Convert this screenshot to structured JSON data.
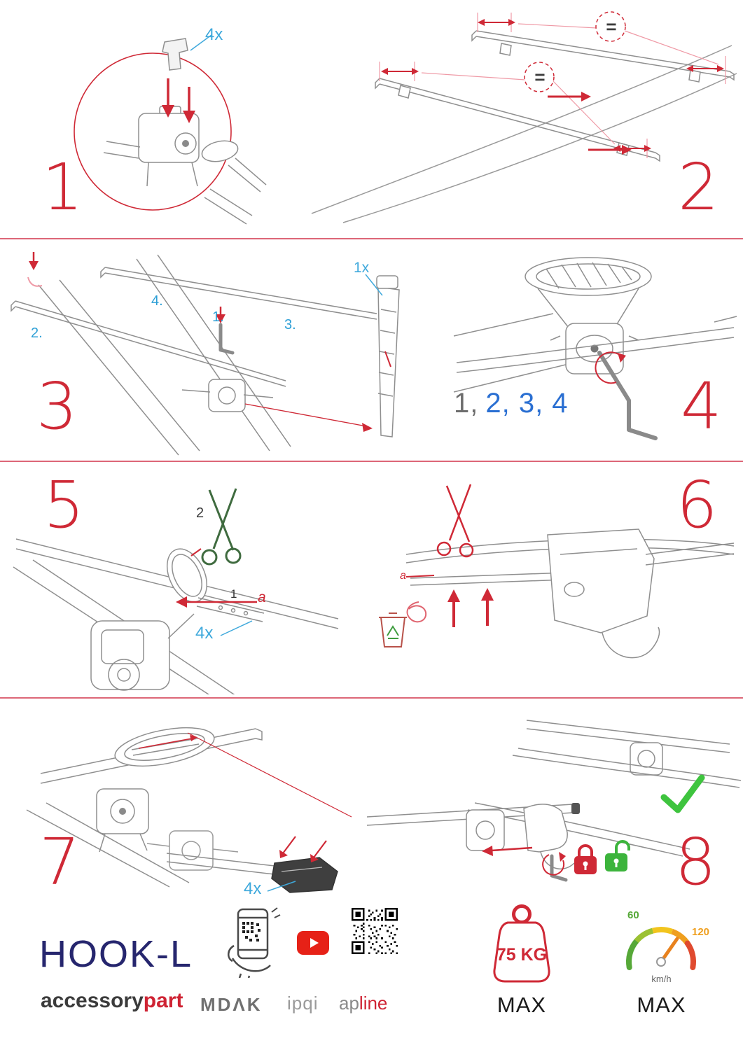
{
  "document": {
    "type": "roof-rack-assembly-instructions"
  },
  "steps": {
    "s1": {
      "number": "1",
      "qty": "4x"
    },
    "s2": {
      "number": "2",
      "equal_rear": "=",
      "equal_front": "="
    },
    "s3": {
      "number": "3",
      "qty": "1x",
      "order": [
        "1.",
        "2.",
        "3.",
        "4."
      ]
    },
    "s4": {
      "number": "4",
      "seq_done": "1,",
      "seq_todo": "2, 3, 4"
    },
    "s5": {
      "number": "5",
      "cut_order": "2",
      "pull_order": "1",
      "strap_ref": "a",
      "qty": "4x"
    },
    "s6": {
      "number": "6",
      "strap_ref": "a"
    },
    "s7": {
      "number": "7",
      "qty": "4x"
    },
    "s8": {
      "number": "8"
    }
  },
  "footer": {
    "product": "HOOK-L",
    "brand_first": "accessory",
    "brand_second": "part",
    "logo_mdak": "MDΛK",
    "logo_ipqi": "ipqi",
    "logo_apline_first": "ap",
    "logo_apline_second": "line",
    "max_load_value": "75 KG",
    "max_load_label": "MAX",
    "speed_min": "60",
    "speed_max": "120",
    "speed_unit": "km/h",
    "speed_label": "MAX"
  },
  "colors": {
    "step_number_red": "#cf2936",
    "label_blue": "#3fa9dc",
    "order_blue": "#2d9fd6",
    "sequence_blue": "#2a6fd2",
    "brand_red": "#cf2333",
    "product_navy": "#26266e",
    "check_green": "#3ec43e",
    "lock_red": "#cf2936",
    "lock_green": "#3cb43c"
  }
}
